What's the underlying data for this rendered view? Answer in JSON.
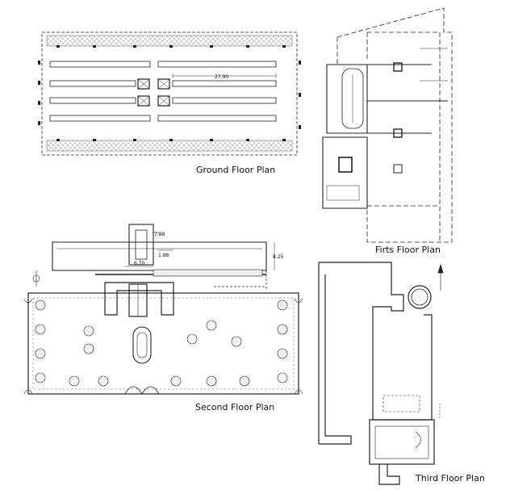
{
  "labels": {
    "ground": "Ground Floor Plan",
    "first": "Firts Floor Plan",
    "second": "Second Floor Plan",
    "third": "Third Floor Plan"
  },
  "dimensions": {
    "ground_length": "27.90",
    "second_a": "7.88",
    "second_b": "1.88",
    "second_c": "6.70",
    "second_d": "8.25"
  }
}
